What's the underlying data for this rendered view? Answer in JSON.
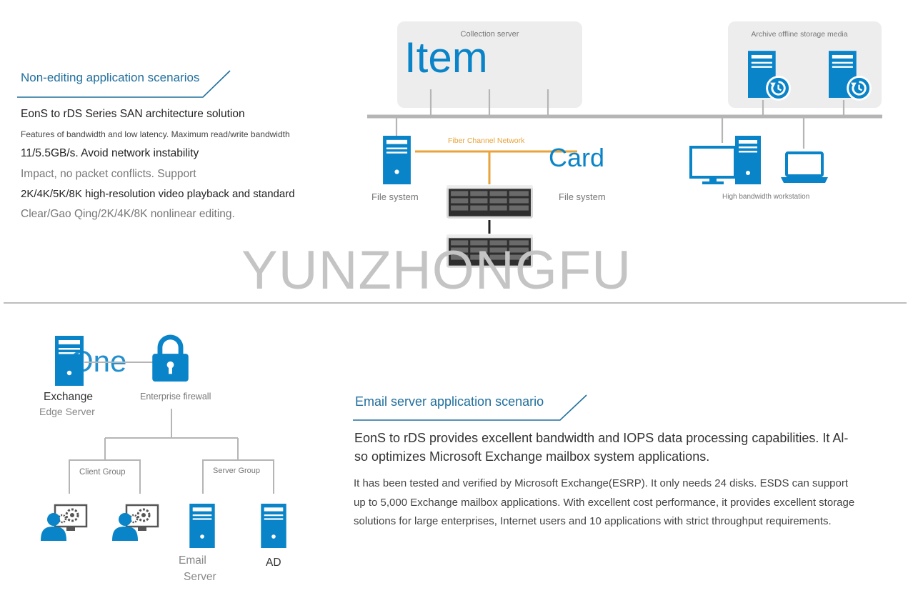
{
  "top": {
    "heading": "Non-editing application scenarios",
    "lines": [
      "EonS to rDS Series SAN architecture solution",
      "Features of bandwidth and low latency. Maximum read/write bandwidth",
      "11/5.5GB/s. Avoid network instability",
      "Impact, no packet conflicts. Support",
      "2K/4K/5K/8K high-resolution video playback and standard",
      "Clear/Gao Qing/2K/4K/8K nonlinear editing."
    ],
    "diagram": {
      "collection_server": "Collection server",
      "archive_media": "Archive offline storage media",
      "fiber_channel": "Fiber Channel Network",
      "file_system_left": "File system",
      "file_system_right": "File system",
      "workstation": "High bandwidth workstation",
      "overlay_item": "Item",
      "overlay_card": "Card"
    }
  },
  "watermark": "YUNZHONGFU",
  "bottom": {
    "overlay_one": "One",
    "exchange_line1": "Exchange",
    "exchange_line2": "Edge Server",
    "firewall": "Enterprise firewall",
    "client_group": "Client Group",
    "server_group": "Server Group",
    "email_line1": "Email",
    "email_line2": "Server",
    "ad": "AD",
    "heading": "Email server application scenario",
    "lead_line1": "EonS to rDS provides excellent bandwidth and IOPS data processing capabilities. It Al-",
    "lead_line2": "so optimizes Microsoft Exchange mailbox system applications.",
    "body_line1": "It has been tested and verified by Microsoft Exchange(ESRP). It only needs 24 disks. ESDS can support",
    "body_line2": "up to 5,000 Exchange mailbox applications. With excellent cost performance, it provides excellent storage",
    "body_line3": "solutions for large enterprises, Internet users and 10 applications with strict throughput requirements."
  },
  "colors": {
    "accent_blue": "#0a84c8",
    "heading_blue": "#1f6e9c",
    "fiber_orange": "#e8a33a",
    "line_gray": "#b5b5b5"
  }
}
